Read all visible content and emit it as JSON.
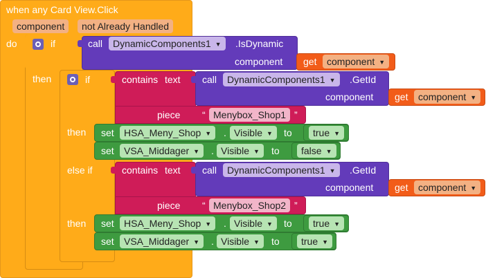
{
  "event": {
    "title": "when any Card View.Click",
    "param1": "component",
    "param2": "not Already Handled",
    "do_label": "do"
  },
  "if1": {
    "label": "if",
    "then_label": "then"
  },
  "call1": {
    "call_label": "call",
    "component": "DynamicComponents1",
    "method": ".IsDynamic",
    "arg_label": "component"
  },
  "get_label": "get",
  "get_value": "component",
  "if2": {
    "label": "if",
    "then1_label": "then",
    "else_if_label": "else if",
    "then2_label": "then"
  },
  "contains": {
    "label": "contains",
    "mode": "text",
    "piece_label": "piece"
  },
  "call2": {
    "call_label": "call",
    "component": "DynamicComponents1",
    "method": ".GetId",
    "arg_label": "component"
  },
  "piece1": "Menybox_Shop1",
  "piece2": "Menybox_Shop2",
  "set_label": "set",
  "to_label": "to",
  "dot": ".",
  "quote_open": "“",
  "quote_close": "”",
  "sets1": [
    {
      "component": "HSA_Meny_Shop",
      "property": "Visible",
      "value": "true"
    },
    {
      "component": "VSA_Middager",
      "property": "Visible",
      "value": "false"
    }
  ],
  "sets2": [
    {
      "component": "HSA_Meny_Shop",
      "property": "Visible",
      "value": "true"
    },
    {
      "component": "VSA_Middager",
      "property": "Visible",
      "value": "true"
    }
  ],
  "colors": {
    "control": "#ffab19",
    "event_border": "#e5961a",
    "procedure": "#633bba",
    "text_block": "#cf1c58",
    "logic": "#3e9b40",
    "variable": "#f25c19"
  }
}
